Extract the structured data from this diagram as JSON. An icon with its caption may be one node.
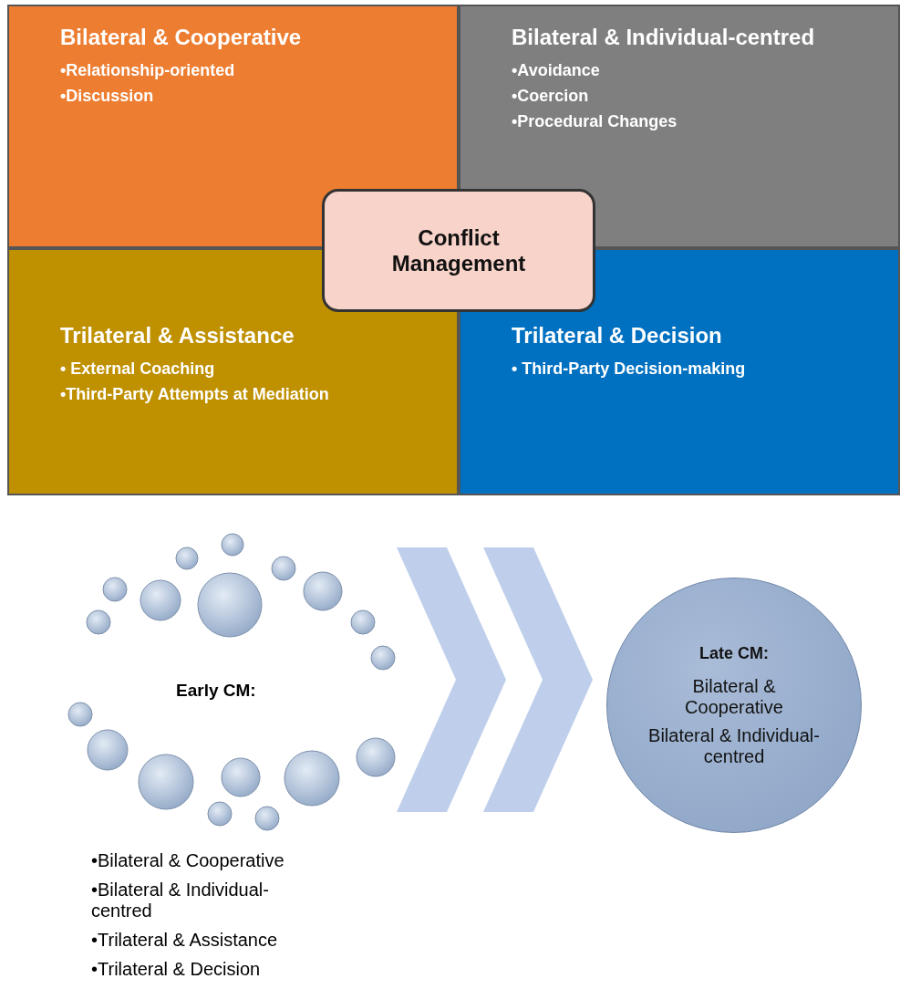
{
  "diagram": {
    "nodes": [
      {
        "text": [
          "Bilateral & Cooperative",
          "•Relationship-oriented",
          "•Discussion"
        ]
      },
      {
        "text": [
          "Bilateral & Individual-centred",
          "•Avoidance",
          "•Coercion",
          "•Procedural Changes"
        ]
      },
      {
        "text": [
          "Trilateral & Assistance",
          "• External Coaching",
          "•Third-Party Attempts at Mediation"
        ]
      },
      {
        "text": [
          "Trilateral & Decision",
          "• Third-Party Decision-making"
        ]
      },
      {
        "text": [
          "Conflict Management"
        ]
      },
      {
        "text": [
          "Early CM:"
        ],
        "beside": [
          "•Bilateral & Cooperative",
          "•Bilateral & Individual-centred",
          "•Trilateral & Assistance",
          "•Trilateral & Decision"
        ]
      },
      {
        "text": [
          "Late CM:",
          "Bilateral & Cooperative",
          "Bilateral & Individual-centred"
        ]
      }
    ],
    "edges": [
      {
        "from": 5,
        "to": 6,
        "arrow": "to"
      }
    ]
  }
}
